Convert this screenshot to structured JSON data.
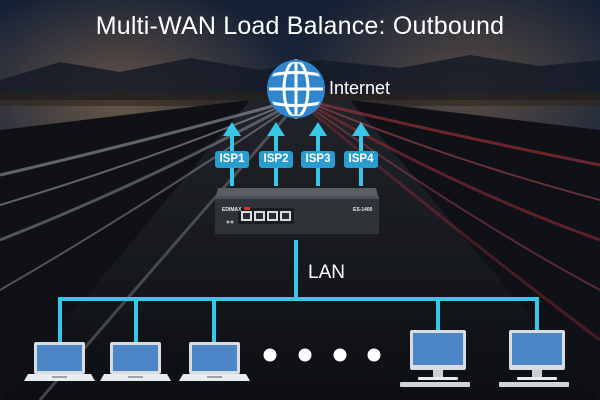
{
  "title": "Multi-WAN Load Balance: Outbound",
  "internet_label": "Internet",
  "lan_label": "LAN",
  "isps": [
    "ISP1",
    "ISP2",
    "ISP3",
    "ISP4"
  ],
  "device": {
    "brand": "EDIMAX",
    "model": "ES-1400"
  },
  "icons": {
    "internet": "globe-icon",
    "device": "router-icon",
    "clients": [
      "laptop-icon",
      "laptop-icon",
      "laptop-icon",
      "desktop-icon",
      "desktop-icon"
    ]
  },
  "colors": {
    "accent": "#35c8e8",
    "isp_badge": "#2a9dd0",
    "globe": "#2f86cf",
    "text": "#ffffff"
  }
}
